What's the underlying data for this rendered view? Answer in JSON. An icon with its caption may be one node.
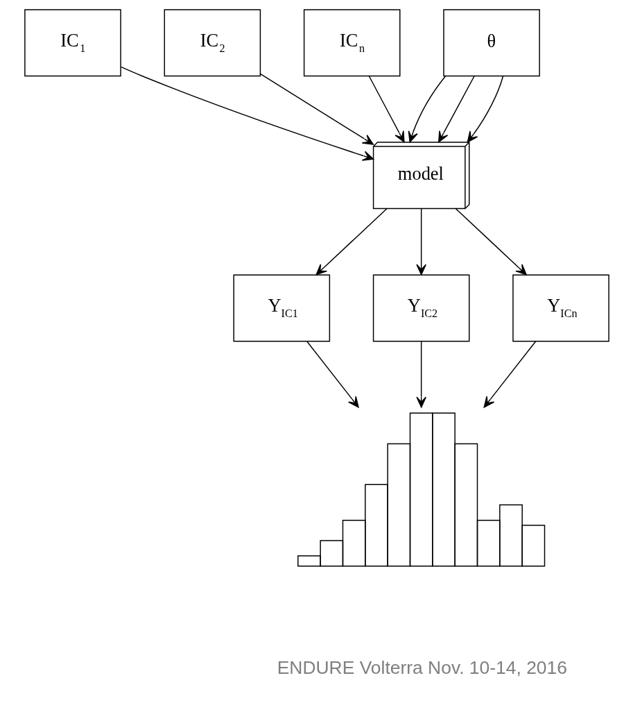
{
  "diagram": {
    "nodes": [
      {
        "text": [
          "IC$_{1}$"
        ]
      },
      {
        "text": [
          "IC$_{2}$"
        ]
      },
      {
        "text": [
          "IC$_{n}$"
        ]
      },
      {
        "text": [
          "θ"
        ]
      },
      {
        "text": [
          "model"
        ]
      },
      {
        "text": [
          "Y$_{IC1}$"
        ]
      },
      {
        "text": [
          "Y$_{IC2}$"
        ]
      },
      {
        "text": [
          "Y$_{ICn}$"
        ]
      },
      {
        "text": [],
        "shape": "picture"
      }
    ],
    "edges": [
      {
        "from": 0,
        "to": 4,
        "arrow": "to"
      },
      {
        "from": 1,
        "to": 4,
        "arrow": "to"
      },
      {
        "from": 2,
        "to": 4,
        "arrow": "to"
      },
      {
        "from": 3,
        "to": 4,
        "arrow": "to"
      },
      {
        "from": 3,
        "to": 4,
        "arrow": "to"
      },
      {
        "from": 3,
        "to": 4,
        "arrow": "to"
      },
      {
        "from": 4,
        "to": 5,
        "arrow": "to"
      },
      {
        "from": 4,
        "to": 6,
        "arrow": "to"
      },
      {
        "from": 4,
        "to": 7,
        "arrow": "to"
      },
      {
        "from": 5,
        "to": 8,
        "arrow": "to"
      },
      {
        "from": 6,
        "to": 8,
        "arrow": "to"
      },
      {
        "from": 7,
        "to": 8,
        "arrow": "to"
      }
    ],
    "labels": [
      "ENDURE Volterra Nov. 10-14, 2016"
    ]
  }
}
